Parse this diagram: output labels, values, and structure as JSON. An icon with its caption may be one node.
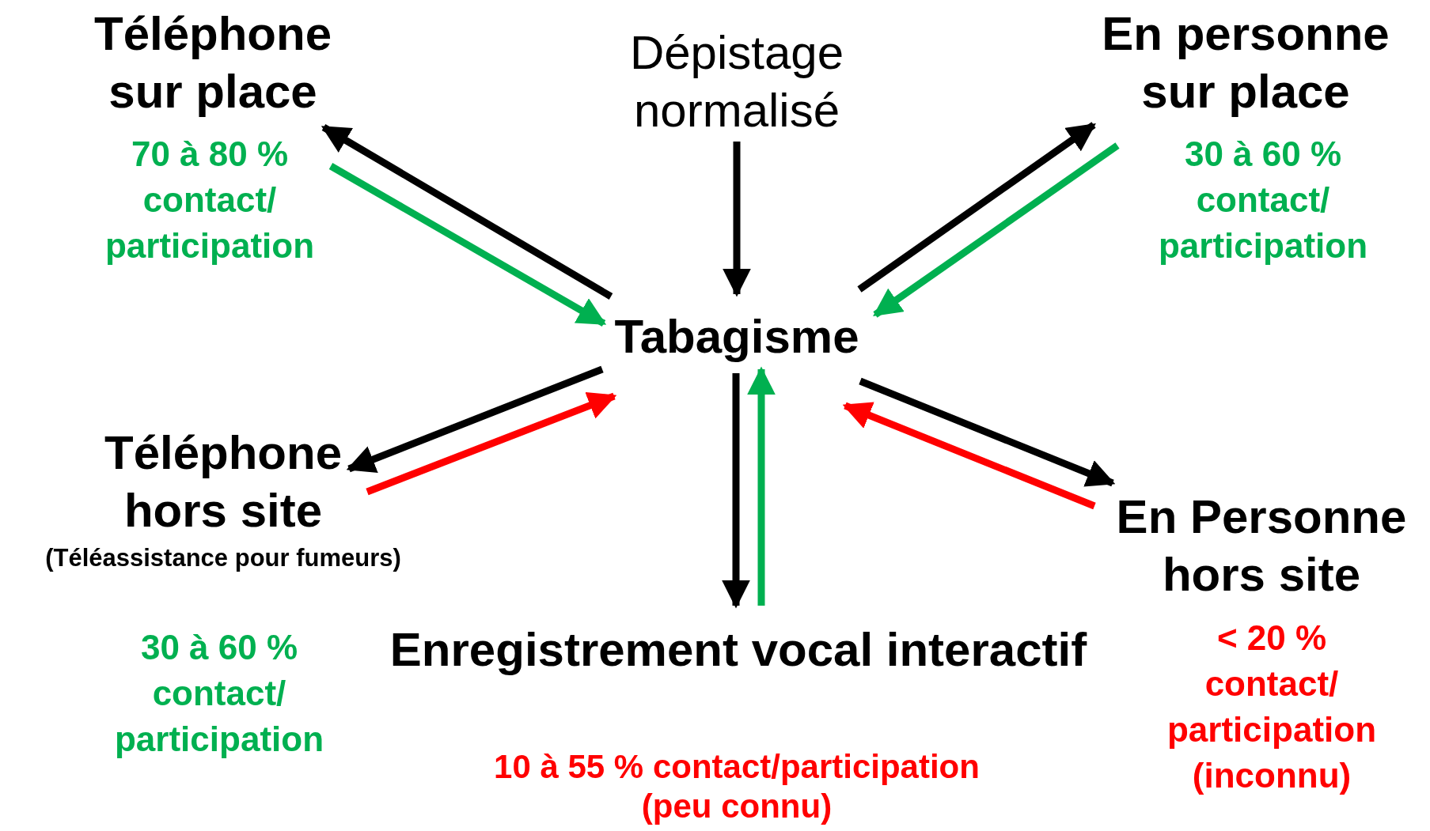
{
  "diagram": {
    "nodes": [
      {
        "text": [
          "Dépistage normalisé"
        ]
      },
      {
        "text": [
          "Téléphone sur place"
        ],
        "beside": [
          "70 à 80 % contact/ participation"
        ]
      },
      {
        "text": [
          "En personne sur place"
        ],
        "beside": [
          "30 à 60 % contact/ participation"
        ]
      },
      {
        "text": [
          "Tabagisme"
        ]
      },
      {
        "text": [
          "Téléphone hors site"
        ],
        "beside": [
          "(Téléassistance pour fumeurs)",
          "30 à 60 % contact/ participation"
        ]
      },
      {
        "text": [
          "En Personne hors site"
        ],
        "beside": [
          "< 20 % contact/ participation (inconnu)"
        ]
      },
      {
        "text": [
          "Enregistrement vocal interactif"
        ],
        "beside": [
          "10 à 55 % contact/participation (peu connu)"
        ]
      }
    ],
    "edges": [
      {
        "from": 0,
        "to": 3,
        "arrow": "to"
      },
      {
        "from": 3,
        "to": 1,
        "arrow": "to"
      },
      {
        "from": 1,
        "to": 3,
        "arrow": "to",
        "color": "#00b050"
      },
      {
        "from": 3,
        "to": 2,
        "arrow": "to"
      },
      {
        "from": 2,
        "to": 3,
        "arrow": "to",
        "color": "#00b050"
      },
      {
        "from": 3,
        "to": 4,
        "arrow": "to"
      },
      {
        "from": 4,
        "to": 3,
        "arrow": "to",
        "color": "#ff0000"
      },
      {
        "from": 3,
        "to": 5,
        "arrow": "to"
      },
      {
        "from": 5,
        "to": 3,
        "arrow": "to",
        "color": "#ff0000"
      },
      {
        "from": 3,
        "to": 6,
        "arrow": "to"
      },
      {
        "from": 6,
        "to": 3,
        "arrow": "to",
        "color": "#00b050"
      }
    ]
  }
}
